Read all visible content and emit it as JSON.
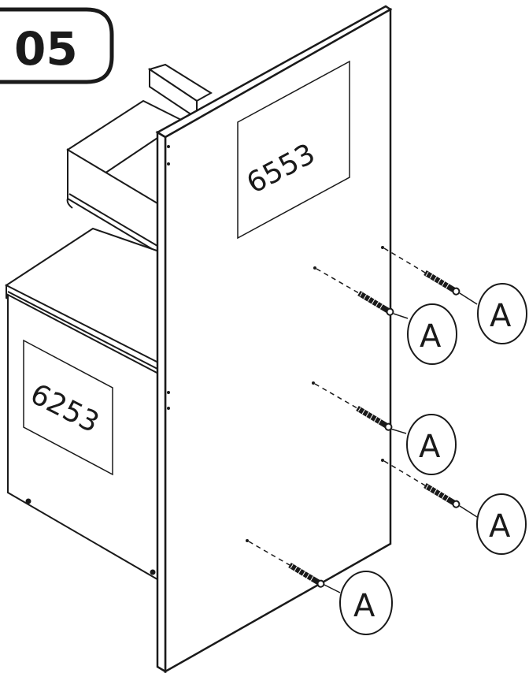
{
  "step": {
    "number": "05"
  },
  "panels": {
    "side_panel_label": "6553",
    "bottom_panel_label": "6253"
  },
  "screws": [
    {
      "callout": "A"
    },
    {
      "callout": "A"
    },
    {
      "callout": "A"
    },
    {
      "callout": "A"
    },
    {
      "callout": "A"
    }
  ],
  "colors": {
    "line": "#1a1a1a",
    "background": "#ffffff"
  }
}
